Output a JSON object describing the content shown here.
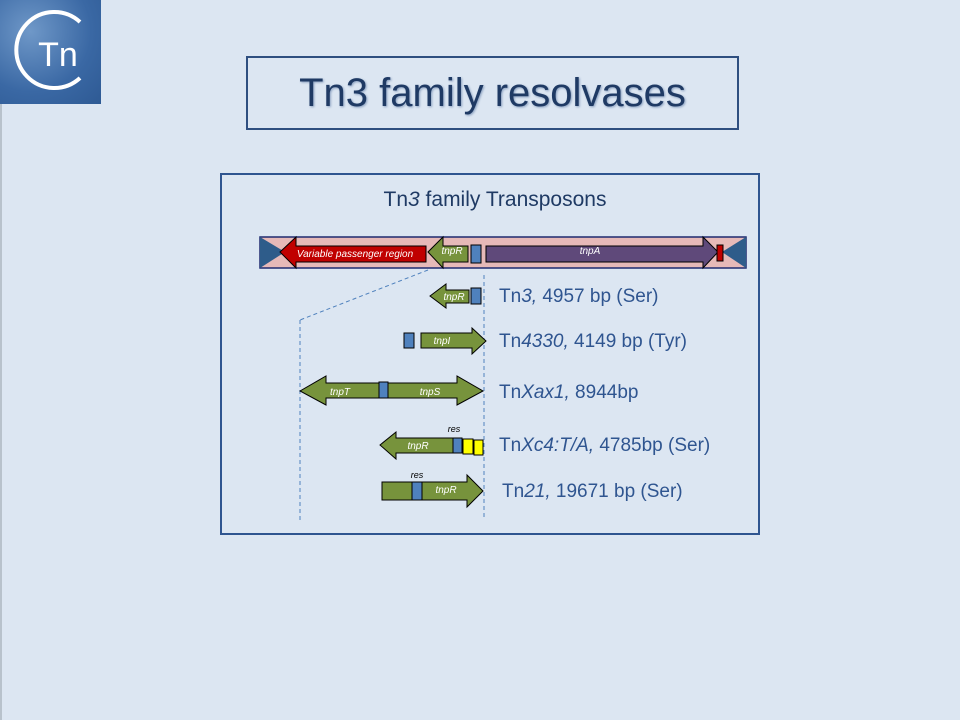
{
  "logo": {
    "text": "Tn"
  },
  "title": "Tn3 family resolvases",
  "diagram": {
    "heading_prefix": "Tn",
    "heading_italic": "3",
    "heading_suffix": " family Transposons",
    "main": {
      "passenger": "Variable passenger region",
      "tnpR": "tnpR",
      "tnpA": "tnpA"
    },
    "rows": [
      {
        "prefix": "Tn",
        "italic": "3,",
        "rest": " 4957 bp (Ser)",
        "genes": [
          "tnpR"
        ]
      },
      {
        "prefix": "Tn",
        "italic": "4330,",
        "rest": " 4149 bp (Tyr)",
        "genes": [
          "tnpI"
        ]
      },
      {
        "prefix": "Tn",
        "italic": "Xax1,",
        "rest": " 8944bp",
        "genes": [
          "tnpT",
          "tnpS"
        ]
      },
      {
        "prefix": "Tn",
        "italic": "Xc4:T/A,",
        "rest": " 4785bp (Ser)",
        "genes": [
          "tnpR"
        ],
        "site": "res"
      },
      {
        "prefix": "Tn",
        "italic": "21,",
        "rest": " 19671 bp (Ser)",
        "genes": [
          "tnpR"
        ],
        "site": "res"
      }
    ]
  },
  "colors": {
    "green": "#77933c",
    "blue": "#4f81bd",
    "purple": "#5f497a",
    "red": "#c00000",
    "pink": "#e6b9b8",
    "yellow": "#ffff00",
    "text": "#2f5590"
  }
}
